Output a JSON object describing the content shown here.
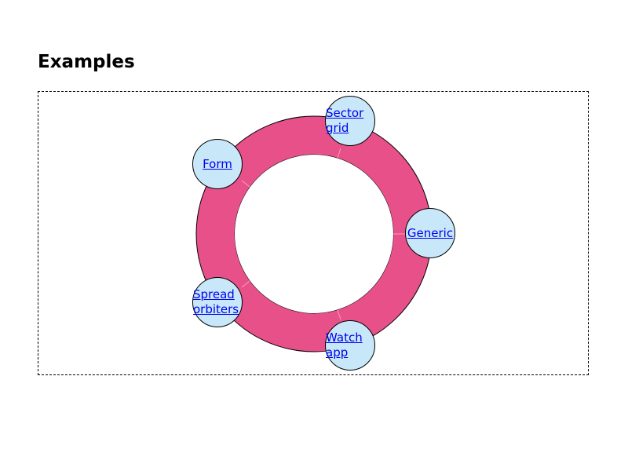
{
  "page": {
    "title": "Examples"
  },
  "orbit": {
    "ring_color": "#e8508a",
    "satellite_color": "#c8e8fa",
    "link_color": "#0000ee"
  },
  "links": {
    "sector_grid": "Sector grid",
    "form": "Form",
    "generic": "Generic",
    "spread_orbiters": "Spread orbiters",
    "watch_app": "Watch app"
  }
}
